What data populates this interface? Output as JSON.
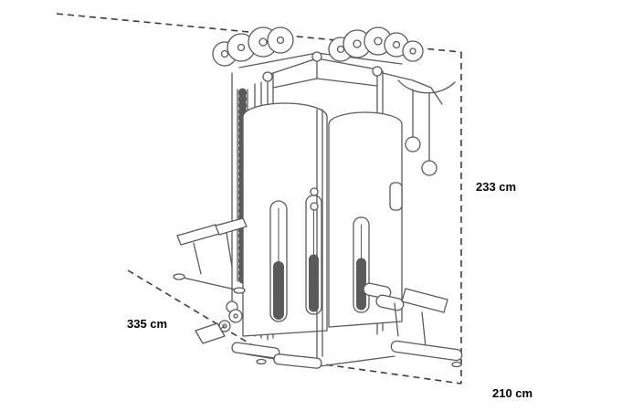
{
  "dimension_labels": {
    "height": "233 cm",
    "width": "335 cm",
    "depth": "210 cm"
  },
  "colors": {
    "background": "#ffffff",
    "illustration_line": "#5a5a5b",
    "dimension_line": "#3e3e3e",
    "label_text": "#000000"
  }
}
